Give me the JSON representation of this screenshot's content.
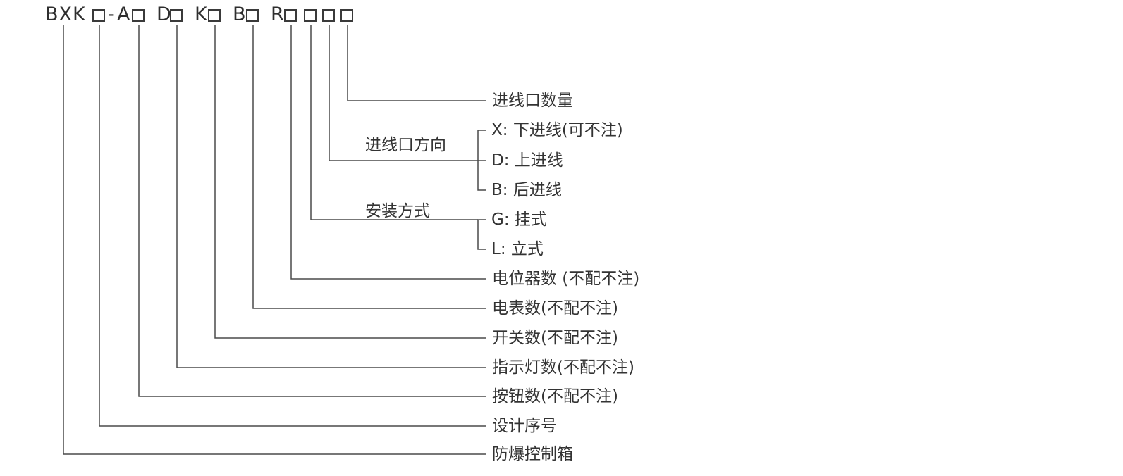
{
  "model_code": {
    "prefix": "BXK",
    "dash": "-",
    "letter_a": "A",
    "letter_d": "D",
    "letter_k": "K",
    "letter_b": "B",
    "letter_r": "R"
  },
  "labels": {
    "inlet_count": "进线口数量",
    "inlet_direction": "进线口方向",
    "mount_type": "安装方式",
    "potentiometer_count": "电位器数 (不配不注)",
    "meter_count": "电表数(不配不注)",
    "switch_count": "开关数(不配不注)",
    "indicator_count": "指示灯数(不配不注)",
    "button_count": "按钮数(不配不注)",
    "design_serial": "设计序号",
    "product_name": "防爆控制箱"
  },
  "options": {
    "inlet_direction": [
      "X: 下进线(可不注)",
      "D: 上进线",
      "B: 后进线"
    ],
    "mount_type": [
      "G: 挂式",
      "L: 立式"
    ]
  },
  "colors": {
    "line": "#4a4a4a",
    "text": "#333333",
    "background": "#ffffff"
  }
}
